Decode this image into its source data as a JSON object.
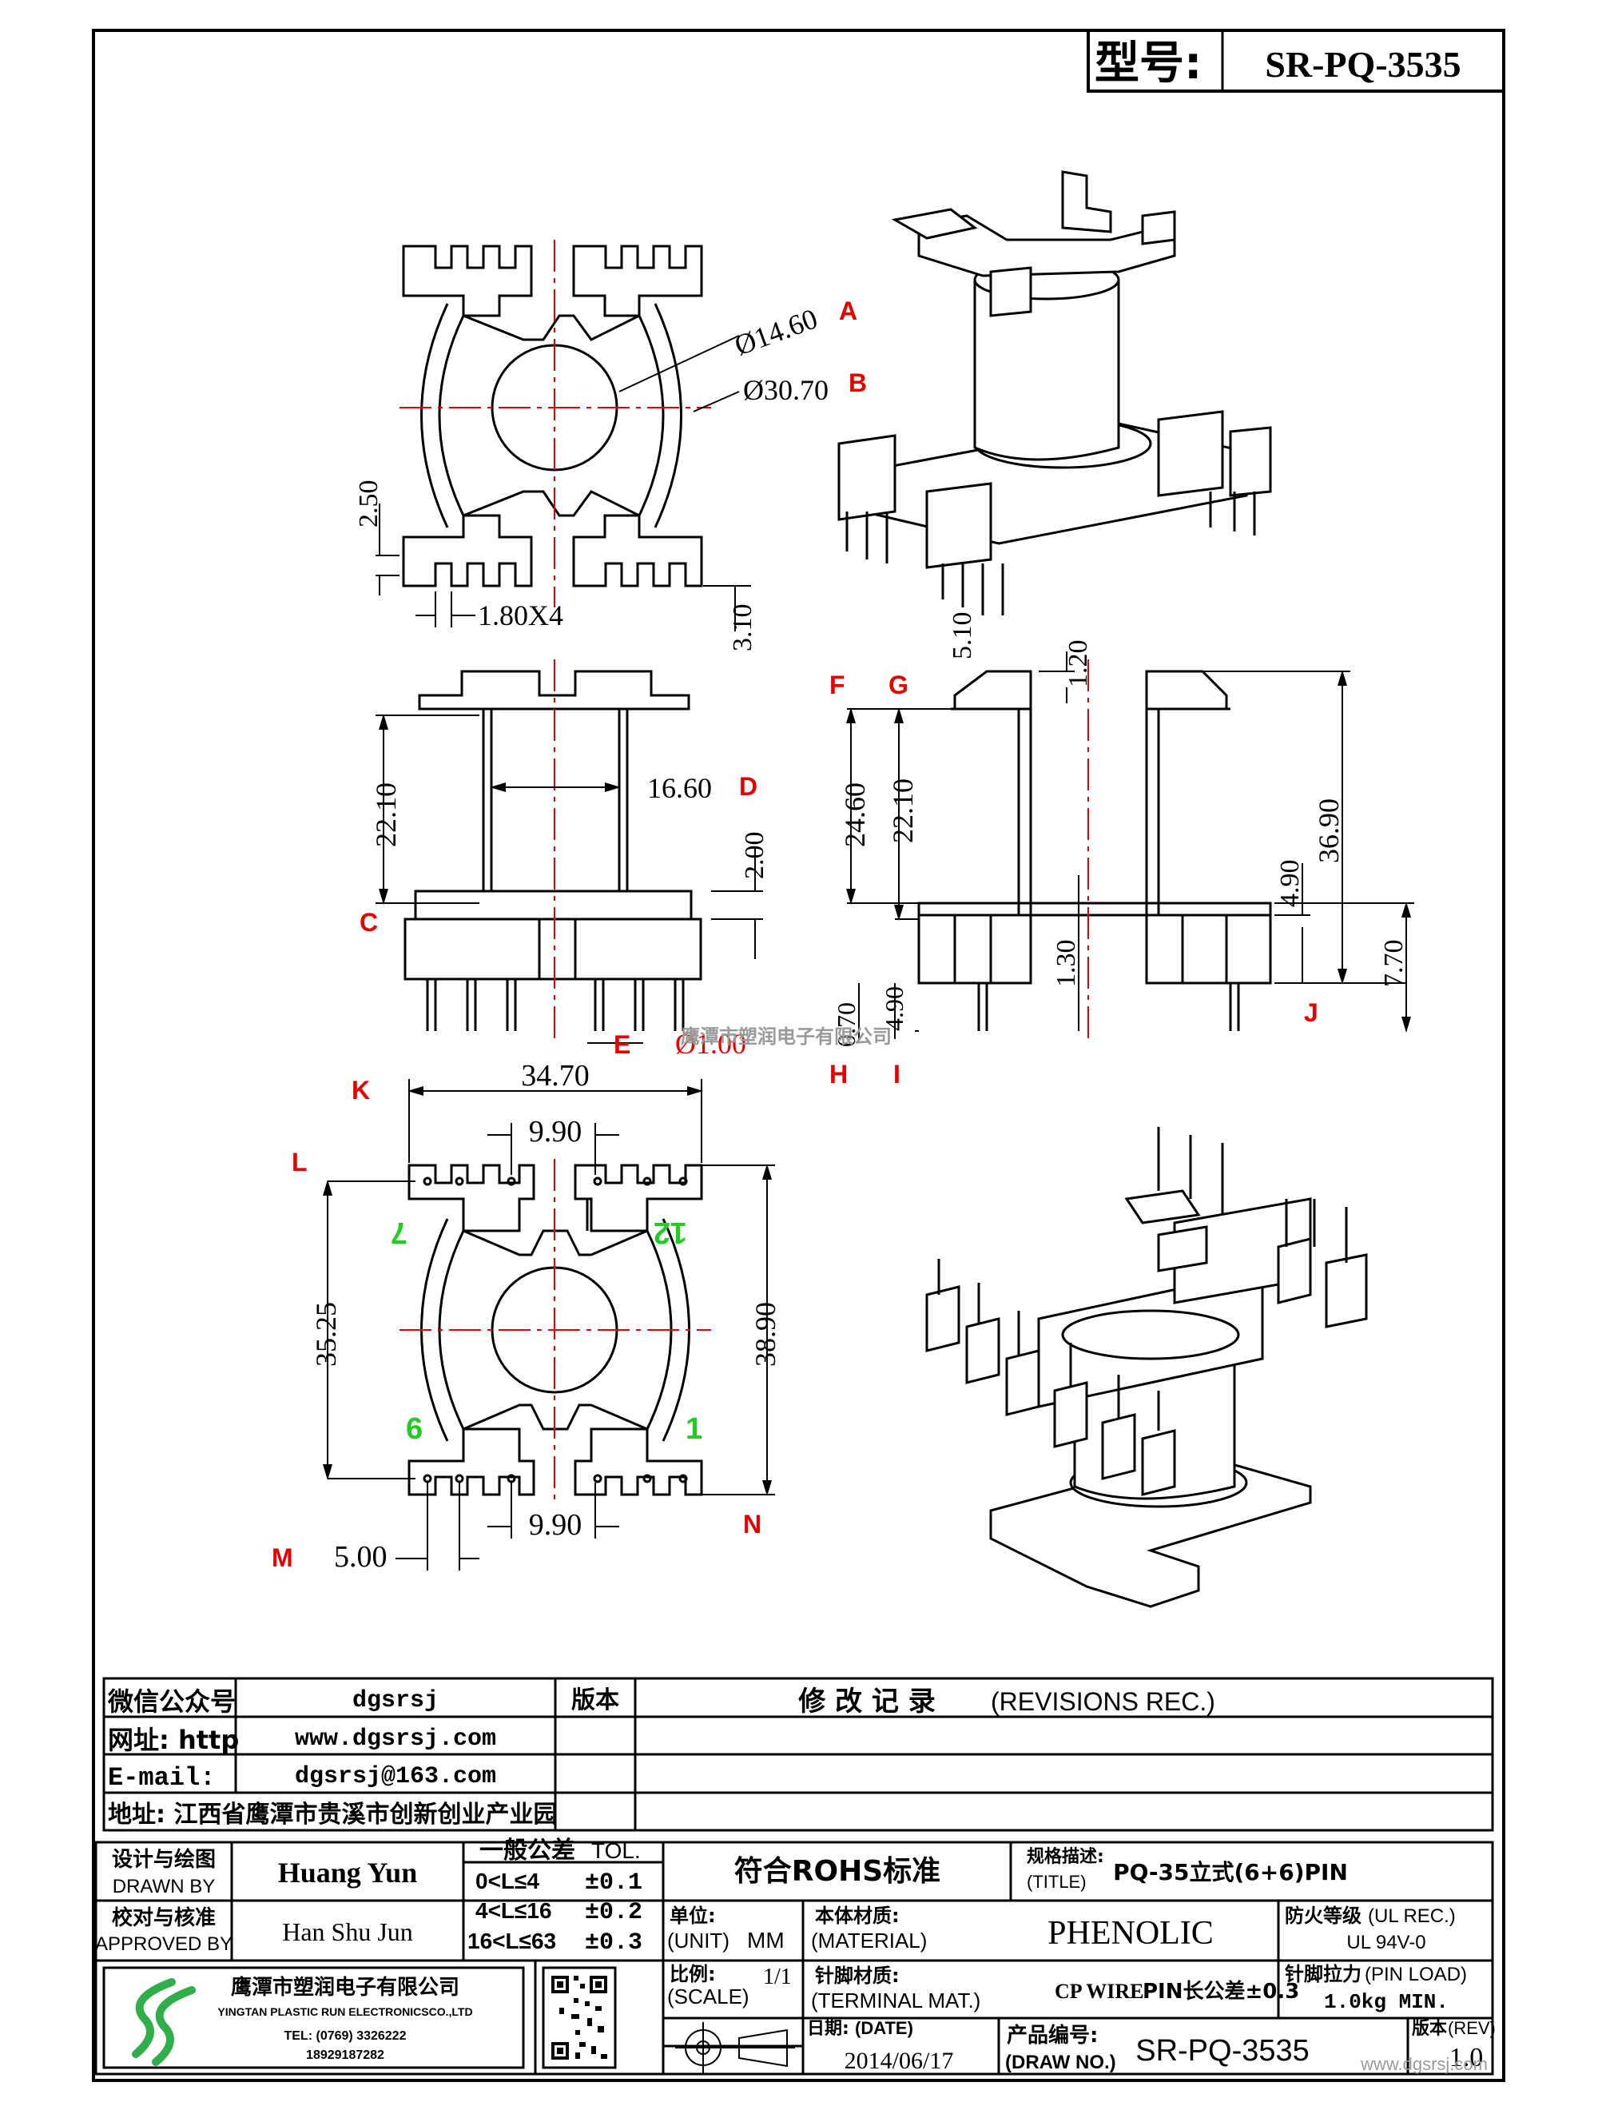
{
  "header": {
    "model_label": "型号:",
    "model_value": "SR-PQ-3535"
  },
  "dimensions": {
    "d_a": "Ø14.60",
    "d_b": "Ø30.70",
    "d_2_50": "2.50",
    "d_1_80x4": "1.80X4",
    "d_3_10": "3.10",
    "d_5_10": "5.10",
    "d_1_20": "1.20",
    "d_22_10_front": "22.10",
    "d_16_60": "16.60",
    "d_2_00": "2.00",
    "d_1_00": "Ø1.00",
    "d_24_60": "24.60",
    "d_22_10_side": "22.10",
    "d_36_90": "36.90",
    "d_4_90_side": "4.90",
    "d_7_70": "7.70",
    "d_1_30": "1.30",
    "d_0_70": "0.70",
    "d_4_90_bottom": "4.90",
    "d_34_70": "34.70",
    "d_9_90_top": "9.90",
    "d_35_25": "35.25",
    "d_38_90": "38.90",
    "d_9_90_bottom": "9.90",
    "d_5_00": "5.00"
  },
  "tags": {
    "a": "A",
    "b": "B",
    "c": "C",
    "d": "D",
    "e": "E",
    "f": "F",
    "g": "G",
    "h": "H",
    "i": "I",
    "j": "J",
    "k": "K",
    "l": "L",
    "m": "M",
    "n": "N"
  },
  "pins": {
    "p7": "7",
    "p12": "12",
    "p6": "6",
    "p1": "1"
  },
  "watermark": "鹰潭市塑润电子有限公司",
  "info": {
    "wechat_label": "微信公众号",
    "wechat_value": "dgsrsj",
    "web_label": "网址: http",
    "web_value": "www.dgsrsj.com",
    "email_label": "E-mail:",
    "email_value": "dgsrsj@163.com",
    "address": "地址: 江西省鹰潭市贵溪市创新创业产业园",
    "rev_label": "版本",
    "revisions_cn": "修 改 记 录",
    "revisions_en": "(REVISIONS REC.)"
  },
  "title_block": {
    "drawn_cn": "设计与绘图",
    "drawn_en": "DRAWN BY",
    "drawn_name": "Huang Yun",
    "approved_cn": "校对与核准",
    "approved_en": "APPROVED BY",
    "approved_name": "Han Shu Jun",
    "tol_cn": "一般公差",
    "tol_en": "TOL.",
    "tol_row1": "0<L≤4",
    "tol_val1": "±0.1",
    "tol_row2": "4<L≤16",
    "tol_val2": "±0.2",
    "tol_row3": "16<L≤63",
    "tol_val3": "±0.3",
    "rohs": "符合ROHS标准",
    "title_cn": "规格描述:",
    "title_en": "(TITLE)",
    "title_value": "PQ-35立式(6+6)PIN",
    "unit_cn": "单位:",
    "unit_en": "(UNIT)",
    "unit_value": "MM",
    "material_cn": "本体材质:",
    "material_en": "(MATERIAL)",
    "material_value": "PHENOLIC",
    "flame_cn": "防火等级",
    "flame_en": "(UL REC.)",
    "flame_value": "UL 94V-0",
    "scale_cn": "比例:",
    "scale_en": "(SCALE)",
    "scale_value": "1/1",
    "terminal_cn": "针脚材质:",
    "terminal_en": "(TERMINAL MAT.)",
    "terminal_value": "CP WIRE",
    "pin_tol": "PIN长公差±0.3",
    "pinload_cn": "针脚拉力",
    "pinload_en": "(PIN LOAD)",
    "pinload_value": "1.0kg MIN.",
    "date_cn": "日期:",
    "date_en": "(DATE)",
    "date_value": "2014/06/17",
    "drawno_cn": "产品编号:",
    "drawno_en": "(DRAW NO.)",
    "drawno_value": "SR-PQ-3535",
    "rev_cn": "版本",
    "rev_en": "(REV)",
    "rev_value": "1.0",
    "company_cn": "鹰潭市塑润电子有限公司",
    "company_en": "YINGTAN PLASTIC RUN ELECTRONICSCO.,LTD",
    "tel": "TEL: (0769) 3326222",
    "mobile": "18929187282",
    "site_mark": "www.dgsrsj.com"
  },
  "colors": {
    "line": "#000000",
    "center_line": "#e60000",
    "tag": "#e60000",
    "pin_number": "#22cc22",
    "logo_green": "#2fae4a"
  }
}
